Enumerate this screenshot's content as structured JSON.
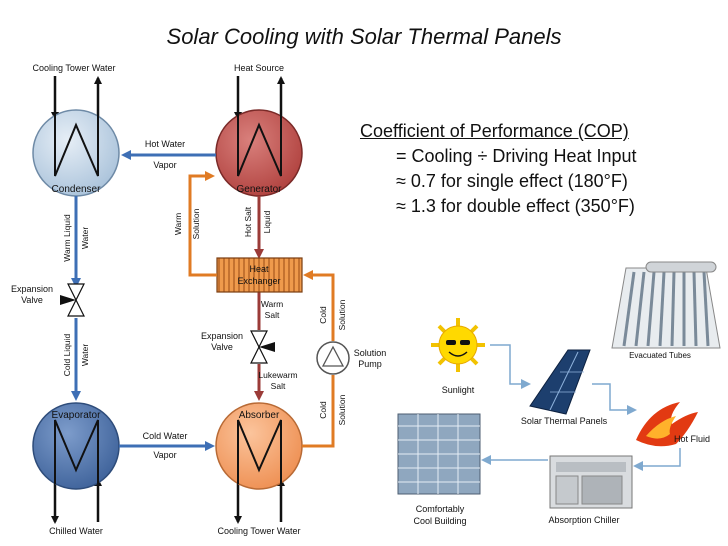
{
  "title": "Solar Cooling with Solar Thermal Panels",
  "cop": {
    "heading": "Coefficient of Performance (COP)",
    "line1": "= Cooling ÷ Driving Heat Input",
    "line2": "≈ 0.7 for single effect (180°F)",
    "line3": "≈ 1.3 for double effect (350°F)"
  },
  "cycle": {
    "condenser": "Condenser",
    "generator": "Generator",
    "evaporator": "Evaporator",
    "absorber": "Absorber",
    "heat_exchanger_1": "Heat",
    "heat_exchanger_2": "Exchanger",
    "cooling_tower_water_in": "Cooling Tower Water",
    "heat_source": "Heat Source",
    "chilled_water": "Chilled Water",
    "cooling_tower_water_out": "Cooling Tower Water",
    "hot_water": "Hot Water",
    "vapor_top": "Vapor",
    "cold_water": "Cold Water",
    "vapor_bottom": "Vapor",
    "warm_liquid": "Warm Liquid",
    "water_top": "Water",
    "cold_liquid": "Cold Liquid",
    "water_bottom": "Water",
    "expansion_valve_left_1": "Expansion",
    "expansion_valve_left_2": "Valve",
    "expansion_valve_mid_1": "Expansion",
    "expansion_valve_mid_2": "Valve",
    "warm_solution_1": "Warm",
    "warm_solution_2": "Solution",
    "hot_salt": "Hot Salt",
    "liquid": "Liquid",
    "warm_salt_1": "Warm",
    "warm_salt_2": "Salt",
    "lukewarm_salt_1": "Lukewarm",
    "lukewarm_salt_2": "Salt",
    "cold_solution_top_1": "Cold",
    "cold_solution_top_2": "Solution",
    "cold_solution_bottom_1": "Cold",
    "cold_solution_bottom_2": "Solution",
    "solution_pump_1": "Solution",
    "solution_pump_2": "Pump"
  },
  "solar": {
    "evacuated_tubes": "Evacuated Tubes",
    "sunlight": "Sunlight",
    "solar_thermal_panels": "Solar Thermal Panels",
    "hot_fluid": "Hot Fluid",
    "absorption_chiller": "Absorption Chiller",
    "comfortably": "Comfortably",
    "cool_building": "Cool Building"
  },
  "colors": {
    "condenser": "#c9d9e8",
    "generator": "#c0504d",
    "evaporator": "#4f77b0",
    "absorber": "#f6a36b",
    "water_line": "#3e6fb5",
    "salt_line": "#9b3b38",
    "solution_line": "#e07b24",
    "solar_arrow": "#7fa9cf"
  }
}
